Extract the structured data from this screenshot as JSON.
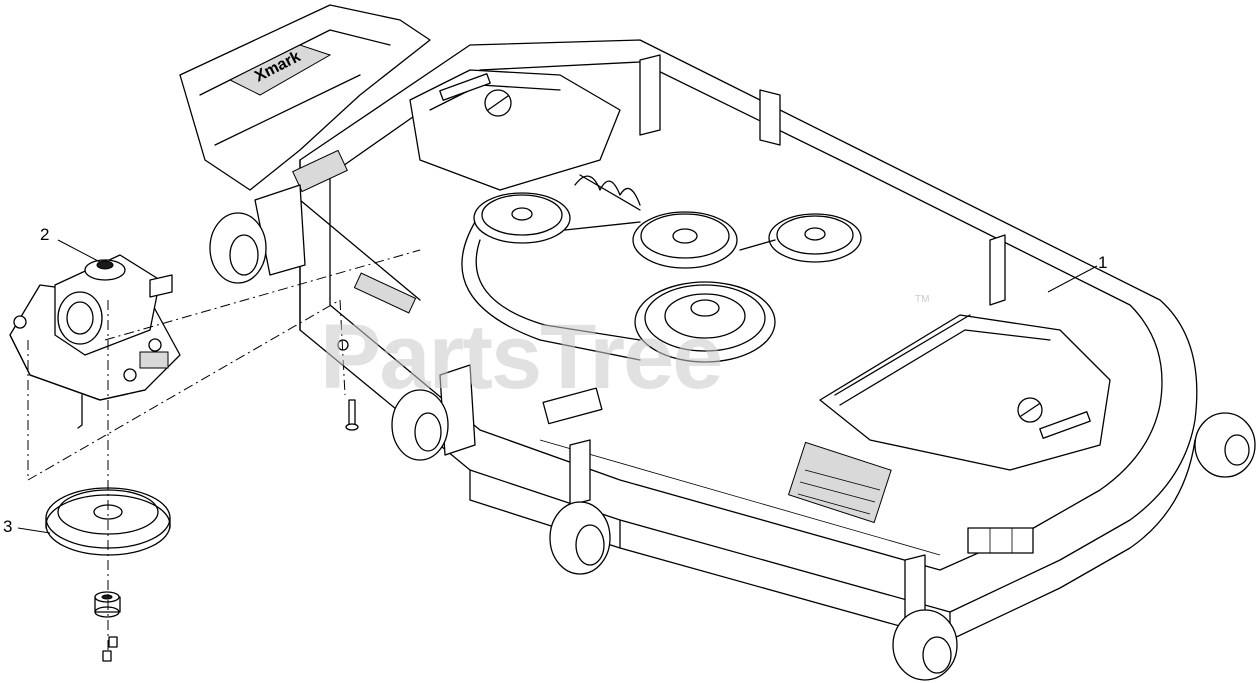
{
  "callouts": [
    {
      "label": "1",
      "part": "mower-deck"
    },
    {
      "label": "2",
      "part": "gearbox"
    },
    {
      "label": "3",
      "part": "pulley"
    }
  ],
  "watermark": {
    "text": "PartsTree",
    "mark": "TM"
  },
  "colors": {
    "line": "#000000",
    "background": "#ffffff",
    "watermark": "#c9c9c9"
  }
}
